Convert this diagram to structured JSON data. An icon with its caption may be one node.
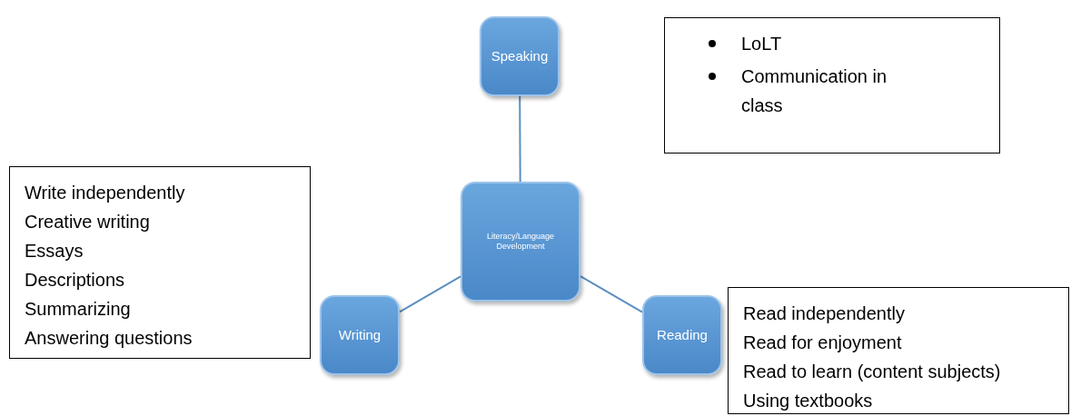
{
  "diagram": {
    "nodes": [
      {
        "text": [
          "Speaking"
        ]
      },
      {
        "text": [
          "LoLT",
          "Communication in class"
        ]
      },
      {
        "text": [
          "Write independently",
          "Creative writing",
          "Essays",
          "Descriptions",
          "Summarizing",
          "Answering questions"
        ]
      },
      {
        "text": [
          "Literacy/Language Development"
        ]
      },
      {
        "text": [
          "Writing"
        ]
      },
      {
        "text": [
          "Reading"
        ]
      },
      {
        "text": [
          "Read independently",
          "Read for enjoyment",
          "Read to learn (content subjects)",
          "Using textbooks"
        ]
      }
    ],
    "edges": [
      {
        "from": 3,
        "to": 0,
        "arrow": "none"
      },
      {
        "from": 3,
        "to": 4,
        "arrow": "none"
      },
      {
        "from": 3,
        "to": 5,
        "arrow": "none"
      }
    ]
  }
}
